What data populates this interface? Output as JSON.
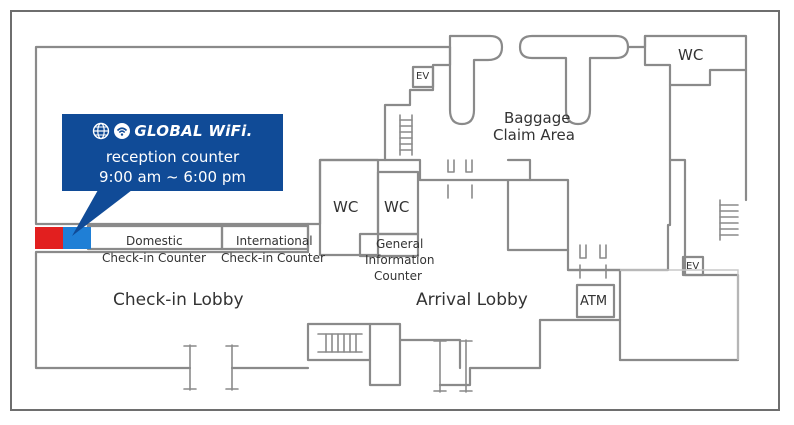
{
  "callout": {
    "brand": "GLOBAL WiFi.",
    "line1": "reception counter",
    "line2": "9:00 am ~ 6:00 pm",
    "bg_color": "#104b97",
    "icons": [
      "globe-icon",
      "wifi-icon"
    ]
  },
  "markers": {
    "red_color": "#e21f1f",
    "blue_color": "#1f7fd6"
  },
  "labels": {
    "baggage_claim_line1": "Baggage",
    "baggage_claim_line2": "Claim Area",
    "wc_top": "WC",
    "wc_left": "WC",
    "wc_right": "WC",
    "ev_top": "EV",
    "ev_right": "EV",
    "general_info_line1": "General",
    "general_info_line2": "Information",
    "general_info_line3": "Counter",
    "domestic_line1": "Domestic",
    "domestic_line2": "Check-in Counter",
    "international_line1": "International",
    "international_line2": "Check-in Counter",
    "checkin_lobby": "Check-in Lobby",
    "arrival_lobby": "Arrival Lobby",
    "atm": "ATM"
  },
  "colors": {
    "wall": "#8a8a8a",
    "frame": "#6e6e6e",
    "text": "#333333"
  }
}
